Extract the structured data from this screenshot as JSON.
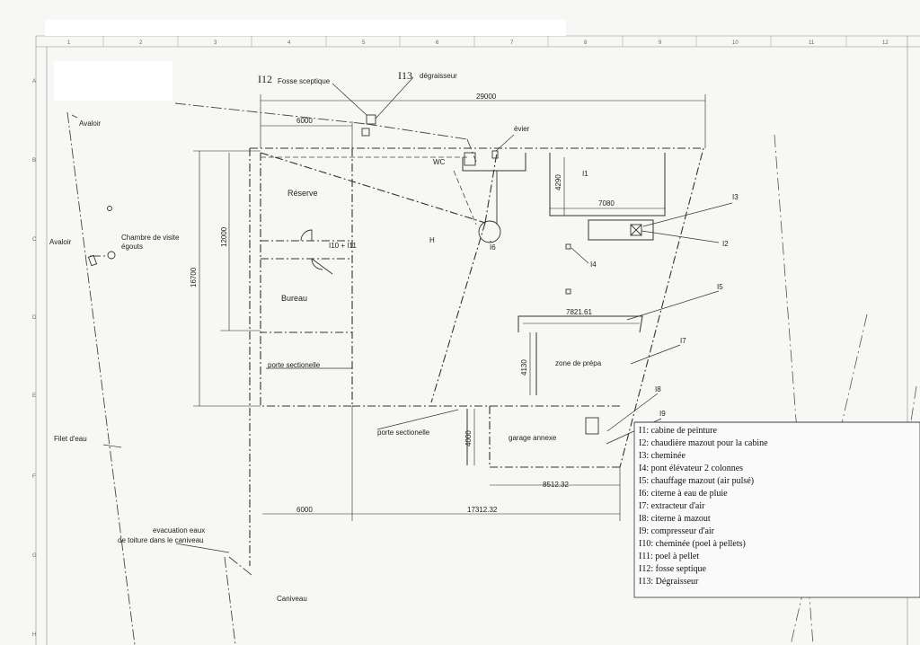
{
  "grid": {
    "columns": [
      "1",
      "2",
      "3",
      "4",
      "5",
      "6",
      "7",
      "8",
      "9",
      "10",
      "11",
      "12"
    ],
    "rows": [
      "A",
      "B",
      "C",
      "D",
      "E",
      "F",
      "G",
      "H"
    ]
  },
  "dimensions": {
    "total_width": "29000",
    "top_left": "6000",
    "height_total": "16700",
    "height_inner": "12000",
    "i1_height": "4290",
    "i1_width": "7080",
    "i5_width": "7821.61",
    "prep_height": "4130",
    "garage_height": "4000",
    "garage_width": "8512.32",
    "bottom_left": "6000",
    "bottom_right": "17312.32"
  },
  "labels": {
    "i12": "I12",
    "fosse": "Fosse sceptique",
    "i13": "I13",
    "degraisseur": "dégraisseur",
    "evier": "évier",
    "wc": "WC",
    "avaloir1": "Avaloir",
    "avaloir2": "Avaloir",
    "chambre1": "Chambre de visite",
    "chambre2": "égouts",
    "reserve": "Réserve",
    "i10i11": "I10 + I11",
    "bureau": "Bureau",
    "porte1": "porte sectionelle",
    "porte2": "porte sectionelle",
    "h_mark": "H",
    "i1": "I1",
    "i3": "I3",
    "i2": "I2",
    "i4": "I4",
    "i5": "I5",
    "i6": "I6",
    "i7": "I7",
    "i8": "I8",
    "i9": "I9",
    "zone": "zone de prépa",
    "garage": "garage annexe",
    "filet": "Filet d'eau",
    "evac1": "evacuation eaux",
    "evac2": "de toiture dans le caniveau",
    "caniveau": "Caniveau"
  },
  "legend": [
    "I1: cabine de peinture",
    "I2: chaudière mazout pour la cabine",
    "I3: cheminée",
    "I4: pont élévateur 2 colonnes",
    "I5: chauffage mazout (air pulsé)",
    "I6: citerne à eau de pluie",
    "I7: extracteur d'air",
    "I8: citerne à mazout",
    "I9: compresseur d'air",
    "I10: cheminée (poel à pellets)",
    "I11: poel à pellet",
    "I12: fosse septique",
    "I13: Dégraisseur"
  ]
}
